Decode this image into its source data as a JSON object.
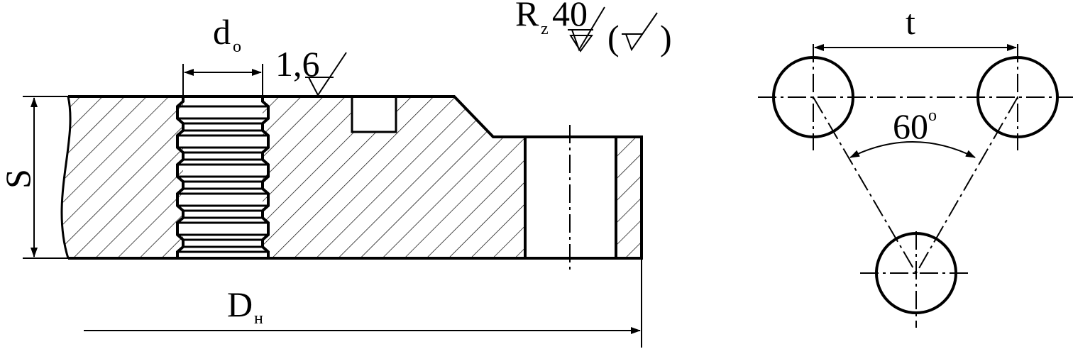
{
  "labels": {
    "bore_diameter": {
      "main": "d",
      "sub": "o"
    },
    "roughness_bore": "1,6",
    "roughness_general": {
      "main": "R",
      "sub": "z",
      "value": "40",
      "paren_open": "(",
      "paren_close": ")"
    },
    "thickness": "S",
    "outer_diameter": {
      "main": "D",
      "sub": "н"
    },
    "pitch": "t",
    "angle": "60",
    "angle_unit": "o"
  }
}
